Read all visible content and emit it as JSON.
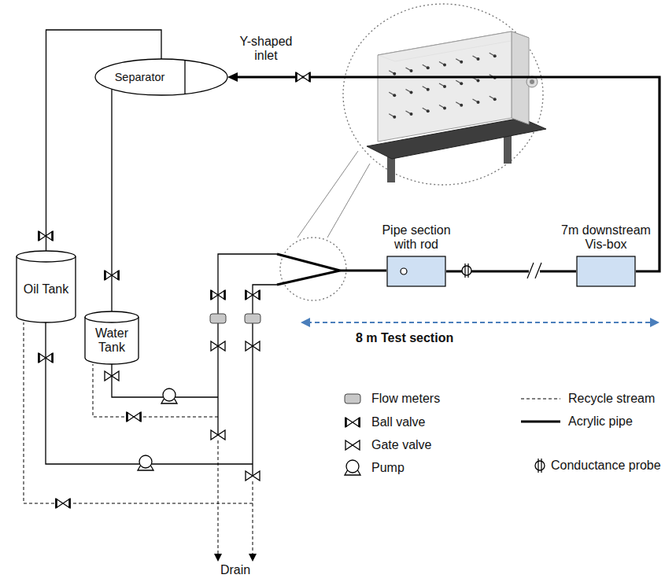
{
  "diagram": {
    "nodes": [
      {
        "text": [
          "Separator"
        ]
      },
      {
        "text": [
          "Oil Tank"
        ]
      },
      {
        "text": [
          "Water Tank"
        ]
      },
      {
        "text": [
          "Pipe section with rod"
        ]
      },
      {
        "text": [
          "7m downstream Vis-box"
        ]
      }
    ],
    "edges": [
      {
        "from": 4,
        "to": 0,
        "arrow": "to"
      },
      {
        "from": 0,
        "to": 1,
        "arrow": "none"
      },
      {
        "from": 0,
        "to": 2,
        "arrow": "none"
      },
      {
        "from": 3,
        "to": 4,
        "arrow": "none"
      }
    ],
    "labels": [
      "Y-shaped inlet",
      "8 m Test section",
      "Drain"
    ],
    "legend": [
      {
        "text": "Flow meters"
      },
      {
        "text": "Ball valve"
      },
      {
        "text": "Gate valve"
      },
      {
        "text": "Pump"
      },
      {
        "text": "Recycle stream"
      },
      {
        "text": "Acrylic pipe"
      },
      {
        "text": "Conductance probe"
      }
    ]
  }
}
